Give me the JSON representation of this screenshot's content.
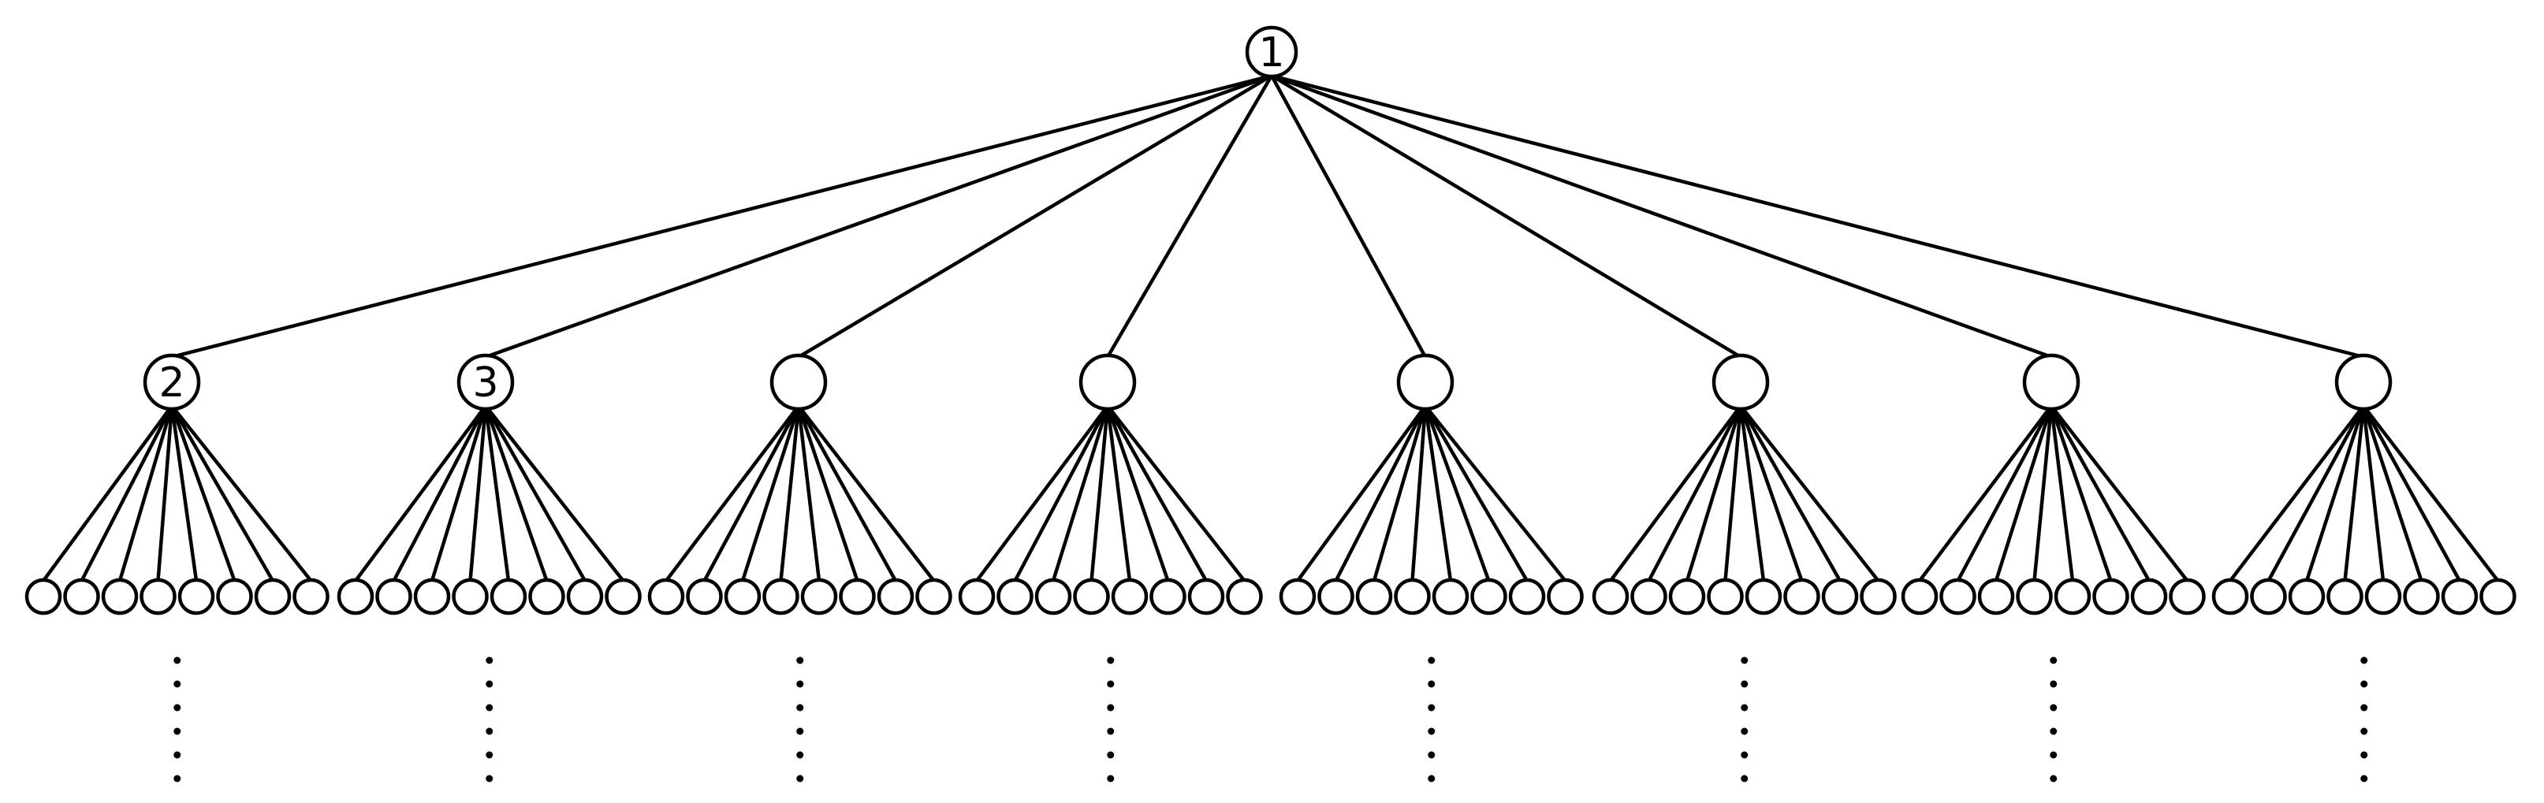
{
  "tree": {
    "root": {
      "label": "1"
    },
    "children": [
      {
        "label": "2",
        "leaf_count": 8
      },
      {
        "label": "3",
        "leaf_count": 8
      },
      {
        "label": "",
        "leaf_count": 8
      },
      {
        "label": "",
        "leaf_count": 8
      },
      {
        "label": "",
        "leaf_count": 8
      },
      {
        "label": "",
        "leaf_count": 8
      },
      {
        "label": "",
        "leaf_count": 8
      },
      {
        "label": "",
        "leaf_count": 8
      }
    ],
    "continuation_marker": "vertical-ellipsis"
  }
}
